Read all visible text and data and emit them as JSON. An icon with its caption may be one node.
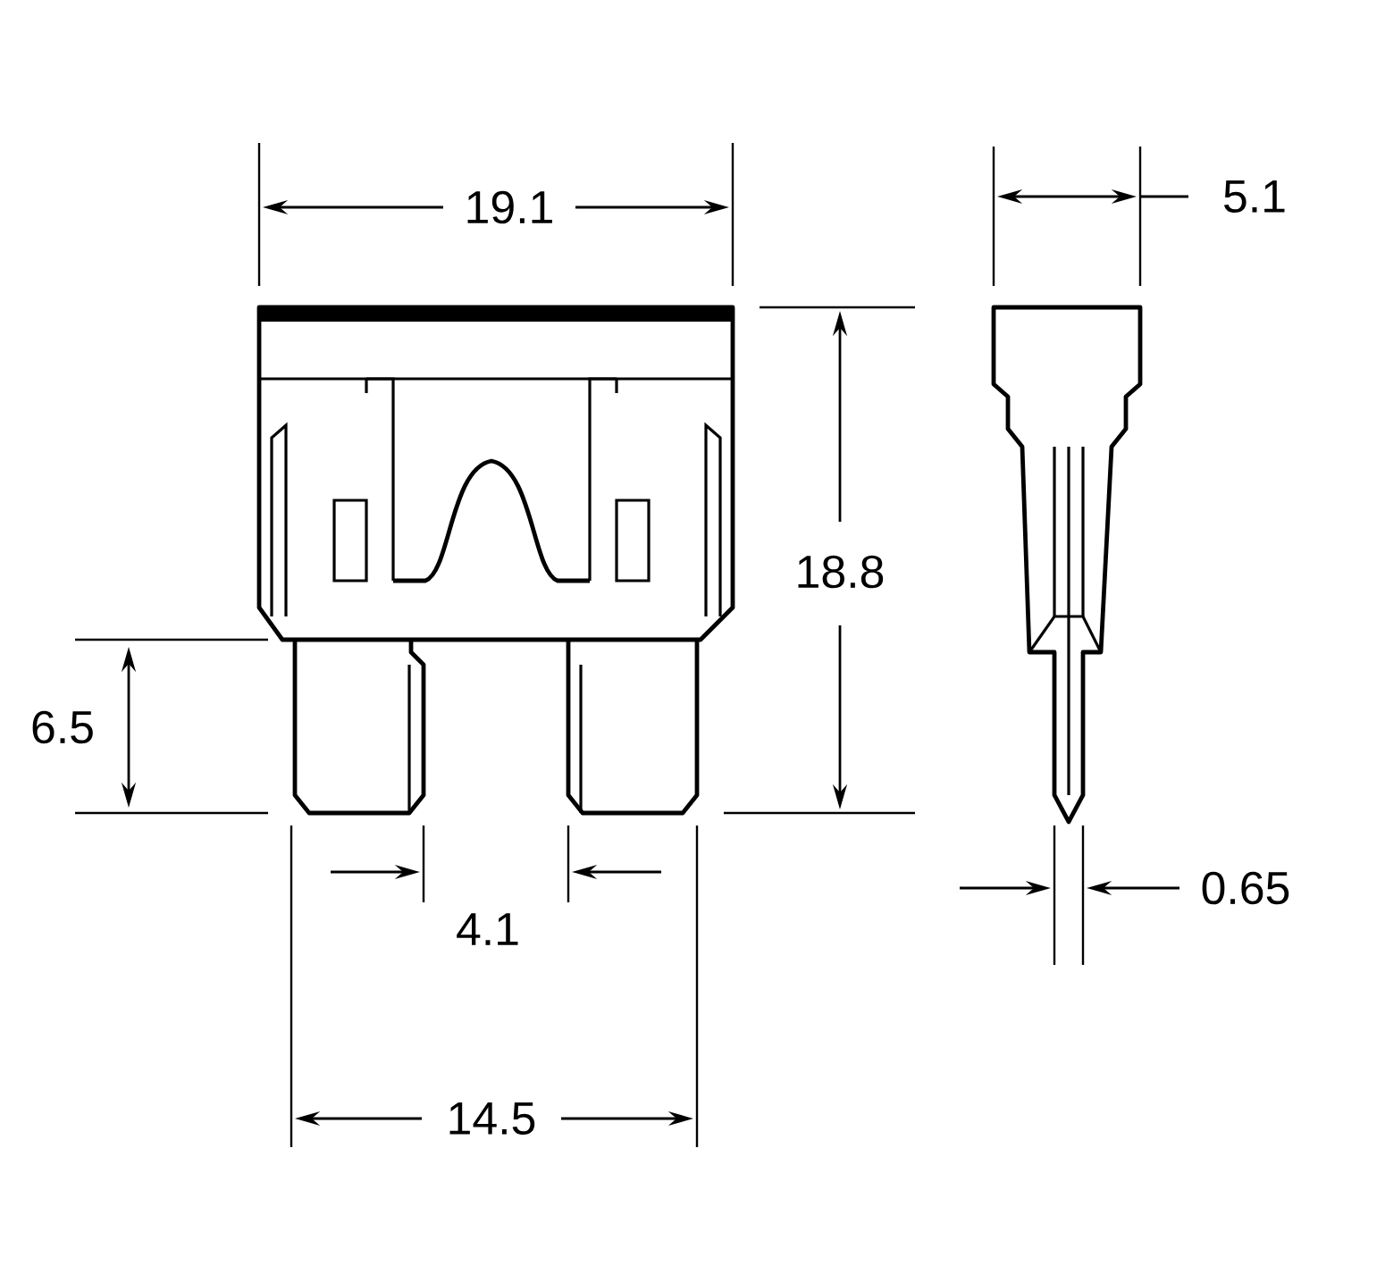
{
  "diagram": {
    "labels": [
      "19.1",
      "5.1",
      "18.8",
      "6.5",
      "4.1",
      "0.65",
      "14.5"
    ]
  }
}
